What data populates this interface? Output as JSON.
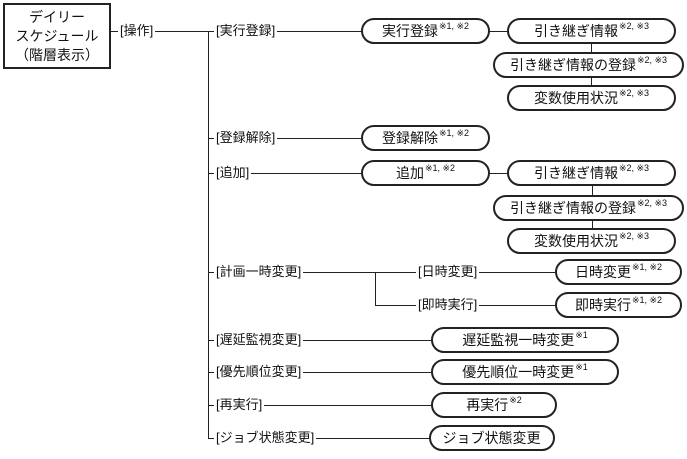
{
  "root": {
    "line1": "デイリー",
    "line2": "スケジュール",
    "line3": "（階層表示）"
  },
  "labels": {
    "operation": "[操作]",
    "execution_registration": "[実行登録]",
    "deregistration": "[登録解除]",
    "add": "[追加]",
    "plan_temp_change": "[計画一時変更]",
    "datetime_change": "[日時変更]",
    "immediate_execution": "[即時実行]",
    "delay_monitor_change": "[遅延監視変更]",
    "priority_change": "[優先順位変更]",
    "reexecution": "[再実行]",
    "job_status_change": "[ジョブ状態変更]"
  },
  "nodes": {
    "execution_registration": {
      "text": "実行登録",
      "sup": "※1, ※2"
    },
    "handover_info_1": {
      "text": "引き継ぎ情報",
      "sup": "※2, ※3"
    },
    "handover_info_registration_1": {
      "text": "引き継ぎ情報の登録",
      "sup": "※2, ※3"
    },
    "variable_usage_1": {
      "text": "変数使用状況",
      "sup": "※2, ※3"
    },
    "deregistration": {
      "text": "登録解除",
      "sup": "※1, ※2"
    },
    "add": {
      "text": "追加",
      "sup": "※1, ※2"
    },
    "handover_info_2": {
      "text": "引き継ぎ情報",
      "sup": "※2, ※3"
    },
    "handover_info_registration_2": {
      "text": "引き継ぎ情報の登録",
      "sup": "※2, ※3"
    },
    "variable_usage_2": {
      "text": "変数使用状況",
      "sup": "※2, ※3"
    },
    "datetime_change": {
      "text": "日時変更",
      "sup": "※1, ※2"
    },
    "immediate_execution": {
      "text": "即時実行",
      "sup": "※1, ※2"
    },
    "delay_monitor_temp_change": {
      "text": "遅延監視一時変更",
      "sup": "※1"
    },
    "priority_temp_change": {
      "text": "優先順位一時変更",
      "sup": "※1"
    },
    "reexecution": {
      "text": "再実行",
      "sup": "※2"
    },
    "job_status_change": {
      "text": "ジョブ状態変更",
      "sup": ""
    }
  }
}
